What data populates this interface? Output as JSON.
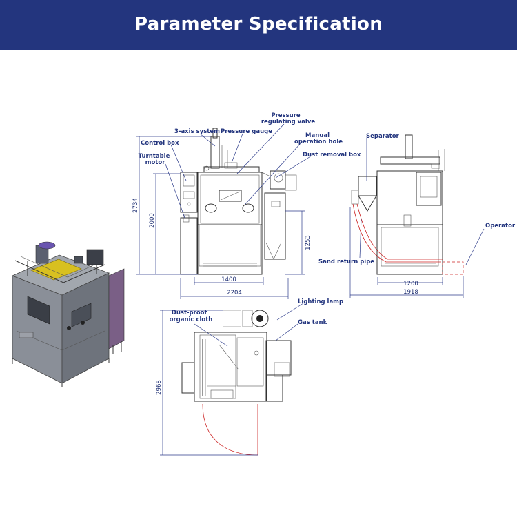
{
  "header": {
    "title": "Parameter Specification",
    "background": "#23357e",
    "text_color": "#ffffff"
  },
  "labels": {
    "three_axis_system": "3-axis system",
    "pressure_gauge": "Pressure gauge",
    "pressure_regulating_valve_1": "Pressure",
    "pressure_regulating_valve_2": "regulating valve",
    "control_box": "Control box",
    "turntable_motor_1": "Turntable",
    "turntable_motor_2": "motor",
    "manual_operation_hole_1": "Manual",
    "manual_operation_hole_2": "operation hole",
    "dust_removal_box": "Dust removal box",
    "separator": "Separator",
    "operator": "Operator",
    "sand_return_pipe": "Sand return pipe",
    "dust_proof_cloth_1": "Dust-proof",
    "dust_proof_cloth_2": "organic cloth",
    "lighting_lamp": "Lighting lamp",
    "gas_tank": "Gas tank"
  },
  "dimensions": {
    "overall_height": "2734",
    "cabinet_height": "2000",
    "dust_box_height": "1253",
    "cabinet_width": "1400",
    "overall_width": "2204",
    "side_depth": "1200",
    "side_overall": "1918",
    "plan_depth": "2968"
  },
  "colors": {
    "label": "#23357e",
    "leader": "#2b3a8a",
    "pipe": "#cc2222",
    "machine_body": "#7a7f88",
    "yellow_panel": "#d8c020",
    "purple_box": "#7a5f86"
  }
}
